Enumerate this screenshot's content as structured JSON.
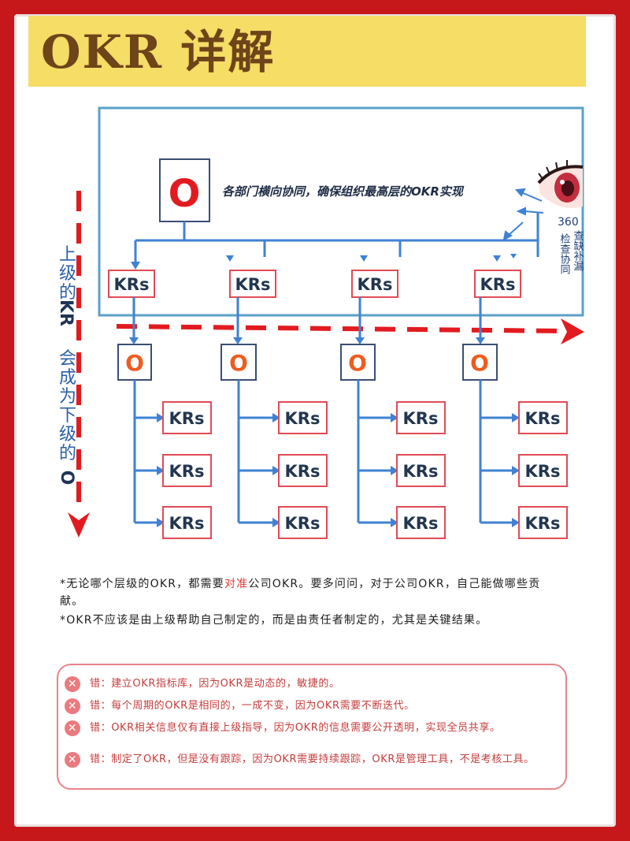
{
  "title": "OKR 详解",
  "diagram": {
    "top_o": "O",
    "top_caption": "各部门横向协同，确保组织最高层的OKR实现",
    "kr_label": "KRs",
    "sub_o": "O",
    "label_360": "360",
    "side_col1": "检查协同",
    "side_col2": "查缺补漏",
    "side_text": [
      "上",
      "级",
      "的",
      "KR",
      "会",
      "成",
      "为",
      "下",
      "级",
      "的",
      "O"
    ]
  },
  "notes": [
    {
      "pre": "*无论哪个层级的OKR，都需要",
      "hl": "对准",
      "post": "公司OKR。要多问问，对于公司OKR，自己能做哪些贡献。"
    },
    {
      "pre": "*OKR不应该是由上级帮助自己制定的，而是由责任者制定的，尤其是关键结果。",
      "hl": "",
      "post": ""
    }
  ],
  "errors": [
    {
      "icon": "✕",
      "text": "错：建立OKR指标库，因为OKR是动态的，敏捷的。"
    },
    {
      "icon": "✕",
      "text": "错：每个周期的OKR是相同的，一成不变，因为OKR需要不断迭代。"
    },
    {
      "icon": "✕",
      "text": "错：OKR相关信息仅有直接上级指导，因为OKR的信息需要公开透明，实现全员共享。"
    },
    {
      "icon": "✕",
      "text": "错：制定了OKR，但是没有跟踪，因为OKR需要持续跟踪，OKR是管理工具，不是考核工具。"
    }
  ],
  "colors": {
    "frame": "#c6171b",
    "title_bg": "#f5dd66",
    "title_text": "#6e4419",
    "connector": "#3f82d3",
    "accent": "#e21b20"
  }
}
